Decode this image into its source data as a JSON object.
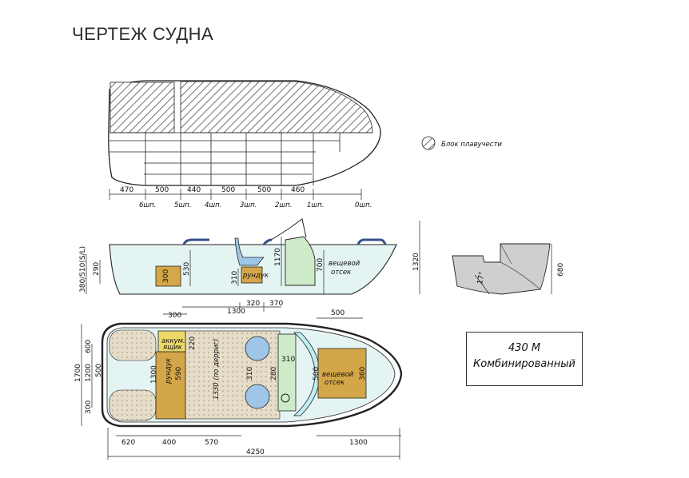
{
  "page": {
    "title": "ЧЕРТЕЖ СУДНА"
  },
  "legend": {
    "label": "Блок плавучести"
  },
  "model_box": {
    "line1": "430 М",
    "line2": "Комбинированный"
  },
  "colors": {
    "hull_fill": "#e4f4f3",
    "compartment": "#d4a64a",
    "interior": "#e6ddc9",
    "console": "#cdeac9",
    "glass": "#bfeef5",
    "stroke": "#222222",
    "seat": "#9fc6e8"
  },
  "top_view": {
    "spacings": [
      "470",
      "500",
      "440",
      "500",
      "500",
      "460"
    ],
    "frames": [
      "6шп.",
      "5шп.",
      "4шп.",
      "3шп.",
      "2шп.",
      "1шп.",
      "0шп."
    ]
  },
  "side_view": {
    "left_dims": [
      "380/510(S/L)",
      "290"
    ],
    "dims": [
      "300",
      "530",
      "310",
      "1170",
      "700",
      "1320",
      "1300",
      "320",
      "370"
    ],
    "labels": {
      "rundk": "рундук",
      "storage_1": "вещевой",
      "storage_2": "отсек"
    }
  },
  "section_view": {
    "angle": "17°",
    "height": "680"
  },
  "plan_view": {
    "left_dims": [
      "1700",
      "1200",
      "600",
      "500",
      "300"
    ],
    "inner_dims": [
      "1300",
      "590",
      "1330 (по дерриг)",
      "310",
      "280",
      "310",
      "500",
      "360"
    ],
    "top_dims": [
      "300",
      "220",
      "500"
    ],
    "bottom_dims": [
      "620",
      "400",
      "570",
      "1300"
    ],
    "overall_length": "4250",
    "labels": {
      "battery_1": "аккум.",
      "battery_2": "ящик",
      "rundk": "рундук",
      "storage_1": "вещевой",
      "storage_2": "отсек"
    }
  }
}
